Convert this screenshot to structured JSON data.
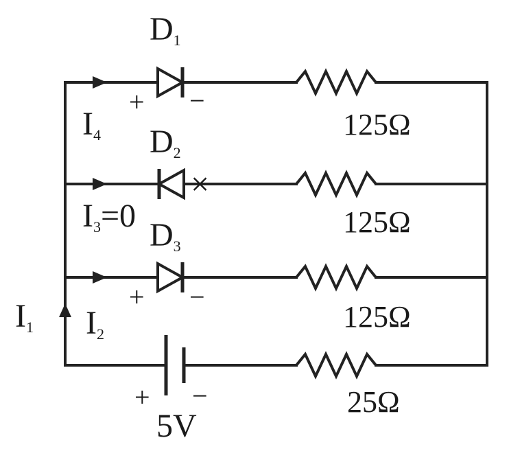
{
  "diagram": {
    "branches": [
      {
        "diode": {
          "letter": "D",
          "index": "1",
          "plus": "+",
          "minus": "−",
          "cross": ""
        },
        "current": {
          "letter": "I",
          "index": "4",
          "suffix": ""
        },
        "resistor": "125Ω"
      },
      {
        "diode": {
          "letter": "D",
          "index": "2",
          "plus": "",
          "minus": "",
          "cross": "×"
        },
        "current": {
          "letter": "I",
          "index": "3",
          "suffix": "=0"
        },
        "resistor": "125Ω"
      },
      {
        "diode": {
          "letter": "D",
          "index": "3",
          "plus": "+",
          "minus": "−",
          "cross": ""
        },
        "current": {
          "letter": "I",
          "index": "2",
          "suffix": ""
        },
        "resistor": "125Ω"
      }
    ],
    "source": {
      "current": {
        "letter": "I",
        "index": "1"
      },
      "battery": {
        "plus": "+",
        "minus": "−",
        "voltage": "5V"
      },
      "resistor": "25Ω"
    }
  }
}
